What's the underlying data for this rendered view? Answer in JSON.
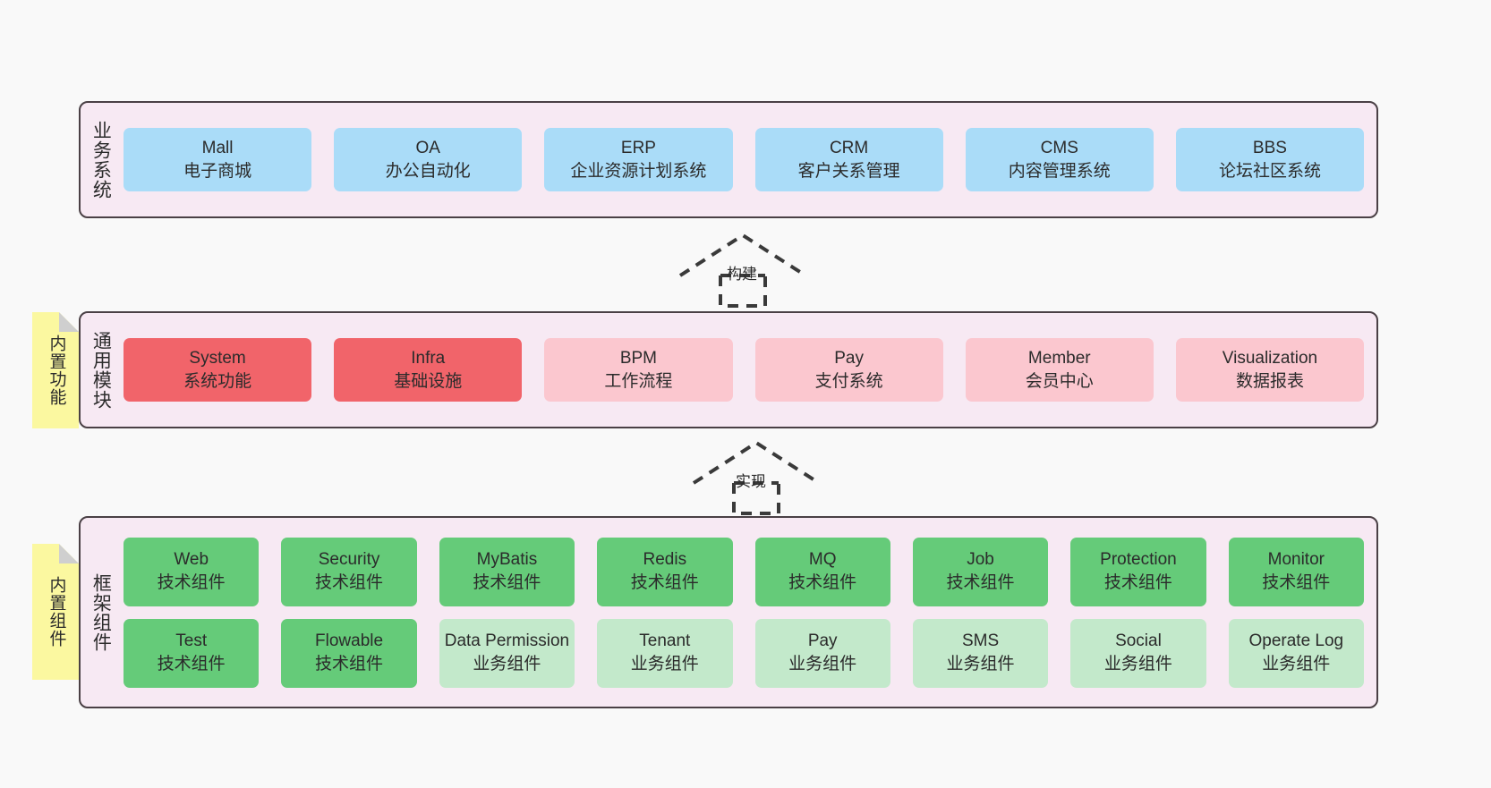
{
  "diagram": {
    "layers": [
      {
        "id": "business",
        "title": "业务系统",
        "rows": [
          {
            "cells": [
              {
                "name": "Mall",
                "sub": "电子商城"
              },
              {
                "name": "OA",
                "sub": "办公自动化"
              },
              {
                "name": "ERP",
                "sub": "企业资源计划系统"
              },
              {
                "name": "CRM",
                "sub": "客户关系管理"
              },
              {
                "name": "CMS",
                "sub": "内容管理系统"
              },
              {
                "name": "BBS",
                "sub": "论坛社区系统"
              }
            ]
          }
        ]
      },
      {
        "id": "common",
        "title": "通用模块",
        "rows": [
          {
            "cells": [
              {
                "name": "System",
                "sub": "系统功能"
              },
              {
                "name": "Infra",
                "sub": "基础设施"
              },
              {
                "name": "BPM",
                "sub": "工作流程"
              },
              {
                "name": "Pay",
                "sub": "支付系统"
              },
              {
                "name": "Member",
                "sub": "会员中心"
              },
              {
                "name": "Visualization",
                "sub": "数据报表"
              }
            ]
          }
        ]
      },
      {
        "id": "framework",
        "title": "框架组件",
        "rows": [
          {
            "cells": [
              {
                "name": "Web",
                "sub": "技术组件"
              },
              {
                "name": "Security",
                "sub": "技术组件"
              },
              {
                "name": "MyBatis",
                "sub": "技术组件"
              },
              {
                "name": "Redis",
                "sub": "技术组件"
              },
              {
                "name": "MQ",
                "sub": "技术组件"
              },
              {
                "name": "Job",
                "sub": "技术组件"
              },
              {
                "name": "Protection",
                "sub": "技术组件"
              },
              {
                "name": "Monitor",
                "sub": "技术组件"
              }
            ]
          },
          {
            "cells": [
              {
                "name": "Test",
                "sub": "技术组件"
              },
              {
                "name": "Flowable",
                "sub": "技术组件"
              },
              {
                "name": "Data Permission",
                "sub": "业务组件"
              },
              {
                "name": "Tenant",
                "sub": "业务组件"
              },
              {
                "name": "Pay",
                "sub": "业务组件"
              },
              {
                "name": "SMS",
                "sub": "业务组件"
              },
              {
                "name": "Social",
                "sub": "业务组件"
              },
              {
                "name": "Operate Log",
                "sub": "业务组件"
              }
            ]
          }
        ]
      }
    ],
    "notes": [
      {
        "id": "builtin-func",
        "label": "内置功能"
      },
      {
        "id": "builtin-comp",
        "label": "内置组件"
      }
    ],
    "arrows": [
      {
        "id": "build",
        "label": "构建"
      },
      {
        "id": "impl",
        "label": "实现"
      }
    ]
  },
  "colors": {
    "canvas_bg": "#f9f9f9",
    "layer_bg": "#f7e9f3",
    "layer_border": "#4a4045",
    "blue": "#aadcf8",
    "red_strong": "#f1646a",
    "red_light": "#fbc7cf",
    "green_strong": "#65cb79",
    "green_light": "#c3e9cb",
    "note_bg": "#fbf8a0",
    "note_fold": "#cfcfcf",
    "text": "#2b2b2b"
  }
}
